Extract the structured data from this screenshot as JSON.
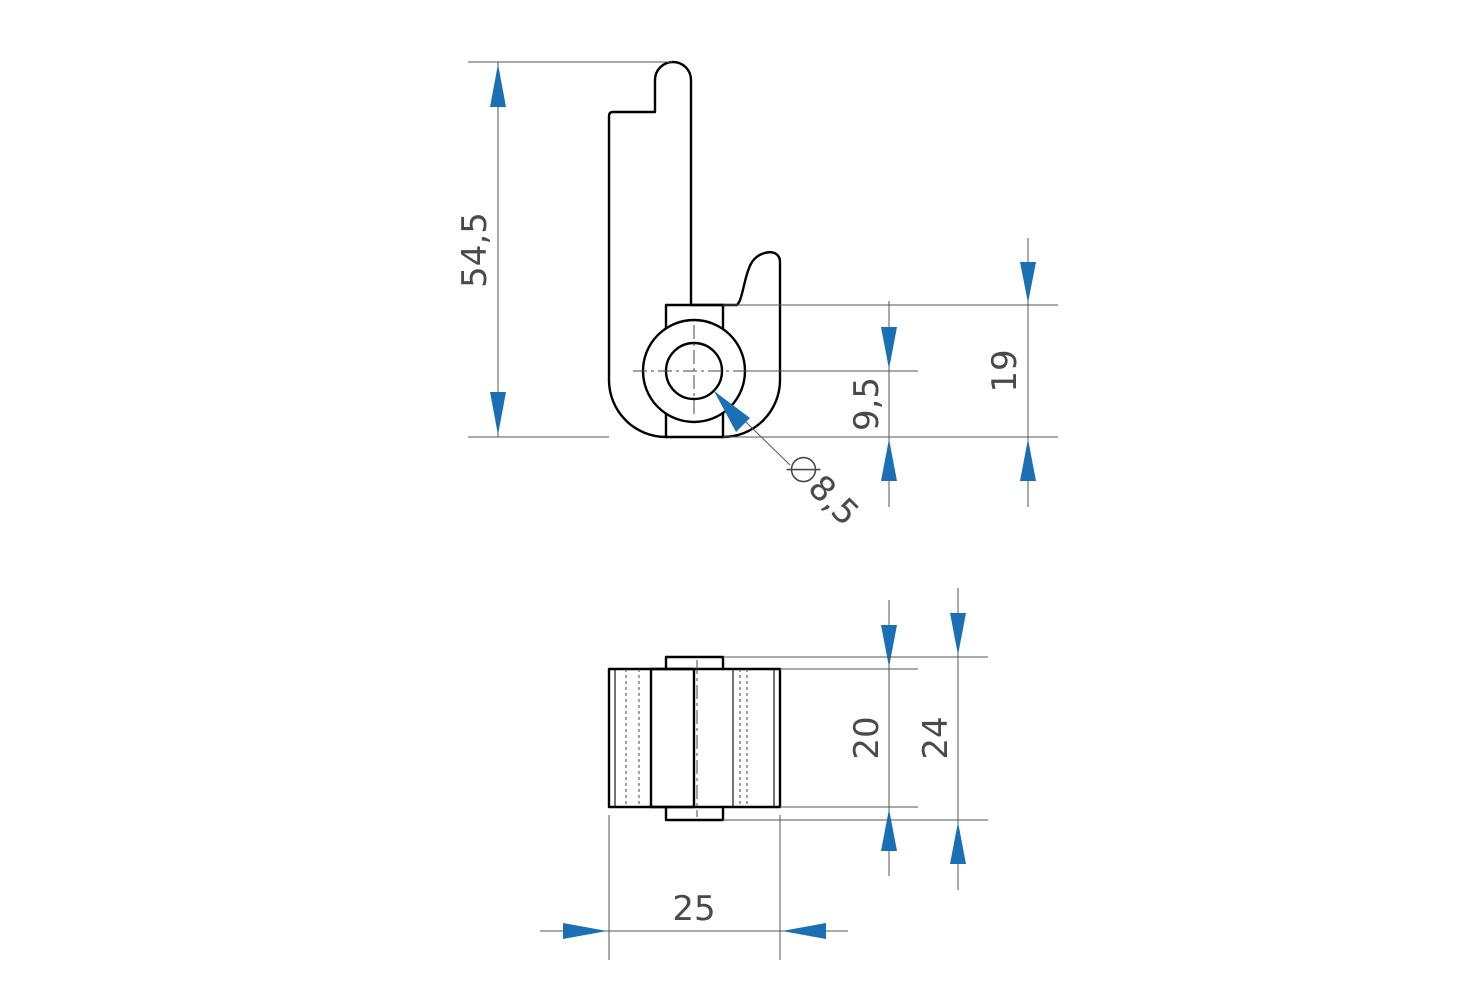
{
  "colors": {
    "arrow": "#1a6fb5",
    "part_line": "#000000",
    "dimension_line": "#555555",
    "dimension_text": "#4a4a4a"
  },
  "dimensions": {
    "overall_height": "54,5",
    "pivot_height": "9,5",
    "knuckle_height": "19",
    "bore_diameter": "8,5",
    "inner_width": "20",
    "outer_width": "24",
    "depth": "25"
  },
  "icons": {
    "diameter_symbol": "diameter-icon"
  }
}
